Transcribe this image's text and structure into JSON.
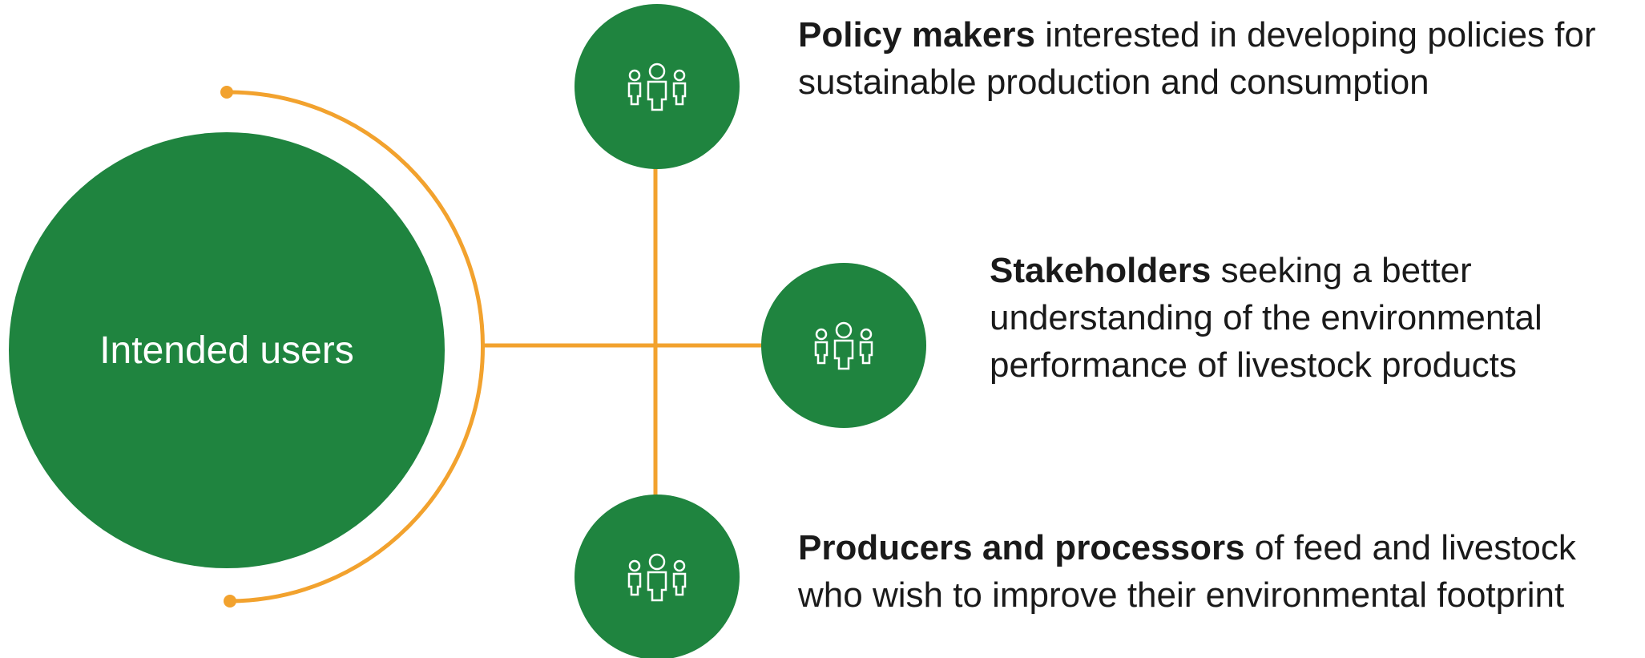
{
  "colors": {
    "primary_green": "#1f843f",
    "accent_orange": "#f2a22e",
    "text": "#1a1a1a",
    "icon_stroke": "#ffffff"
  },
  "center": {
    "label": "Intended users"
  },
  "icon": "people-group-icon",
  "items": [
    {
      "bold": "Policy makers",
      "rest": " interested in developing policies for sustainable production and consumption"
    },
    {
      "bold": "Stakeholders",
      "rest": " seeking a better understanding of the environmental performance of livestock products"
    },
    {
      "bold": "Producers and processors",
      "rest": " of feed and livestock who wish to improve their environmental footprint"
    }
  ]
}
